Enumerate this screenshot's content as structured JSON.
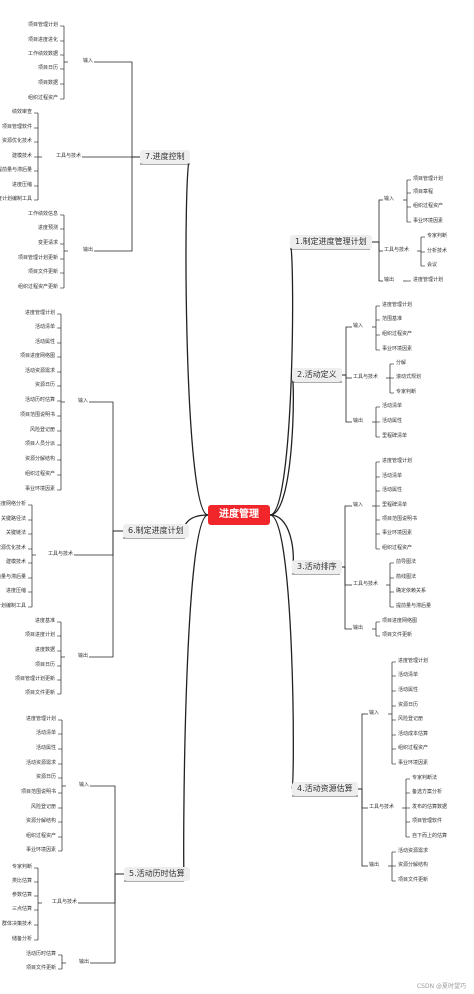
{
  "root": "进度管理",
  "branches": {
    "b7": {
      "title": "7.进度控制",
      "groups": {
        "input": {
          "label": "输入",
          "items": [
            "项目管理计划",
            "项目进度进化",
            "工作绩效数据",
            "项目日历",
            "项目数据",
            "组织过程资产"
          ]
        },
        "tools": {
          "label": "工具与技术",
          "items": [
            "绩效审查",
            "项目管理软件",
            "资源优化技术",
            "建模技术",
            "提前量与滞后量",
            "进度压缩",
            "进度计划编制工具"
          ]
        },
        "output": {
          "label": "输出",
          "items": [
            "工作绩效信息",
            "进度预测",
            "变更请求",
            "项目管理计划更新",
            "项目文件更新",
            "组织过程资产更新"
          ]
        }
      }
    },
    "b6": {
      "title": "6.制定进度计划",
      "groups": {
        "input": {
          "label": "输入",
          "items": [
            "进度管理计划",
            "活动清单",
            "活动属性",
            "项目进度网络图",
            "活动资源需求",
            "资源日历",
            "活动历时估算",
            "项目范围说明书",
            "风险登记册",
            "项目人员分派",
            "资源分解结构",
            "组织过程资产",
            "事业环境因素"
          ]
        },
        "tools": {
          "label": "工具与技术",
          "items": [
            "进度网络分析",
            "关键路径法",
            "关键链法",
            "资源优化技术",
            "建模技术",
            "提前量与滞后量",
            "进度压缩",
            "进度计划编制工具"
          ]
        },
        "output": {
          "label": "输出",
          "items": [
            "进度基准",
            "项目进度计划",
            "进度数据",
            "项目日历",
            "项目管理计划更新",
            "项目文件更新"
          ]
        }
      }
    },
    "b5": {
      "title": "5.活动历时估算",
      "groups": {
        "input": {
          "label": "输入",
          "items": [
            "进度管理计划",
            "活动清单",
            "活动属性",
            "活动资源需求",
            "资源日历",
            "项目范围说明书",
            "风险登记册",
            "资源分解结构",
            "组织过程资产",
            "事业环境因素"
          ]
        },
        "tools": {
          "label": "工具与技术",
          "items": [
            "专家判断",
            "类比估算",
            "参数估算",
            "三点估算",
            "群体决策技术",
            "储备分析"
          ]
        },
        "output": {
          "label": "输出",
          "items": [
            "活动历时估算",
            "项目文件更新"
          ]
        }
      }
    },
    "b1": {
      "title": "1.制定进度管理计划",
      "groups": {
        "input": {
          "label": "输入",
          "items": [
            "项目管理计划",
            "项目章程",
            "组织过程资产",
            "事业环境因素"
          ]
        },
        "tools": {
          "label": "工具与技术",
          "items": [
            "专家判断",
            "分析技术",
            "会议"
          ]
        },
        "output": {
          "label": "输出",
          "items": [
            "进度管理计划"
          ]
        }
      }
    },
    "b2": {
      "title": "2.活动定义",
      "groups": {
        "input": {
          "label": "输入",
          "items": [
            "进度管理计划",
            "范围基准",
            "组织过程资产",
            "事业环境因素"
          ]
        },
        "tools": {
          "label": "工具与技术",
          "items": [
            "分解",
            "滚动式规划",
            "专家判断"
          ]
        },
        "output": {
          "label": "输出",
          "items": [
            "活动清单",
            "活动属性",
            "里程碑清单"
          ]
        }
      }
    },
    "b3": {
      "title": "3.活动排序",
      "groups": {
        "input": {
          "label": "输入",
          "items": [
            "进度管理计划",
            "活动清单",
            "活动属性",
            "里程碑清单",
            "项目范围说明书",
            "事业环境因素",
            "组织过程资产"
          ]
        },
        "tools": {
          "label": "工具与技术",
          "items": [
            "前导图法",
            "箭线图法",
            "确定依赖关系",
            "提前量与滞后量"
          ]
        },
        "output": {
          "label": "输出",
          "items": [
            "项目进度网络图",
            "项目文件更新"
          ]
        }
      }
    },
    "b4": {
      "title": "4.活动资源估算",
      "groups": {
        "input": {
          "label": "输入",
          "items": [
            "进度管理计划",
            "活动清单",
            "活动属性",
            "资源日历",
            "风险登记册",
            "活动成本估算",
            "组织过程资产",
            "事业环境因素"
          ]
        },
        "tools": {
          "label": "工具与技术",
          "items": [
            "专家判断法",
            "备选方案分析",
            "发布的估算数据",
            "项目管理软件",
            "自下而上的估算"
          ]
        },
        "output": {
          "label": "输出",
          "items": [
            "活动资源需求",
            "资源分解结构",
            "项目文件更新"
          ]
        }
      }
    }
  },
  "watermark": "CSDN @夏时望巧",
  "colors": {
    "root_bg": "#f0262a",
    "branch_bg": "#eeeeee",
    "line": "#222222"
  }
}
